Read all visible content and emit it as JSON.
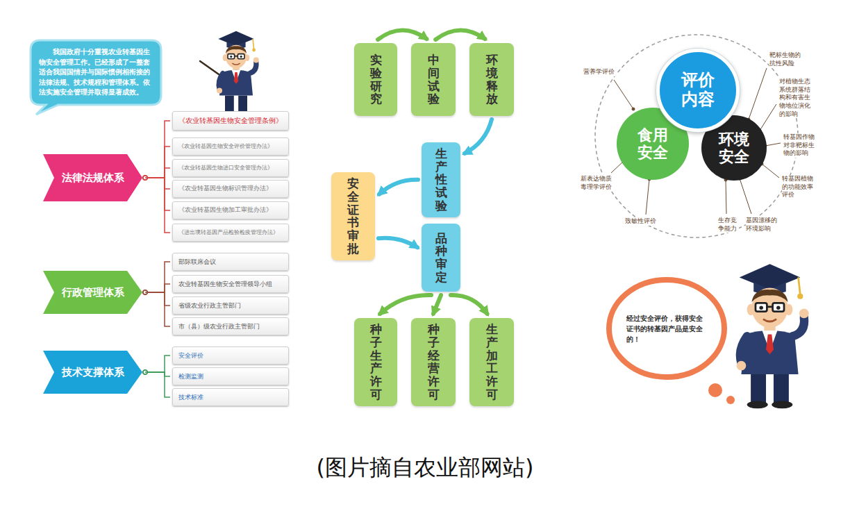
{
  "diagram": {
    "caption": "(图片摘自农业部网站)",
    "nodes": [
      {
        "text": [
          "我国政府十分重视农业转基因生物安全管理工作。已经形成了一整套适合我国国情并与国际惯例相衔接的法律法规、技术规程和管理体系。依法实施安全管理并取得显著成效。"
        ]
      },
      {
        "text": [
          "法律法规体系"
        ]
      },
      {
        "text": [
          "《农业转基因生物安全管理条例》"
        ]
      },
      {
        "text": [
          "《农业转基因生物安全评价管理办法》"
        ]
      },
      {
        "text": [
          "《农业转基因生物进口安全管理办法》"
        ]
      },
      {
        "text": [
          "《农业转基因生物标识管理办法》"
        ]
      },
      {
        "text": [
          "《农业转基因生物加工审批办法》"
        ]
      },
      {
        "text": [
          "《进出境转基因产品检验检疫管理办法》"
        ]
      },
      {
        "text": [
          "行政管理体系"
        ]
      },
      {
        "text": [
          "部际联席会议"
        ]
      },
      {
        "text": [
          "农业转基因生物安全管理领导小组"
        ]
      },
      {
        "text": [
          "省级农业行政主管部门"
        ]
      },
      {
        "text": [
          "市（县）级农业行政主管部门"
        ]
      },
      {
        "text": [
          "技术支撑体系"
        ]
      },
      {
        "text": [
          "安全评价"
        ]
      },
      {
        "text": [
          "检测监测"
        ]
      },
      {
        "text": [
          "技术标准"
        ]
      },
      {
        "text": [
          "实验研究"
        ]
      },
      {
        "text": [
          "中间试验"
        ]
      },
      {
        "text": [
          "环境释放"
        ]
      },
      {
        "text": [
          "生产性试验"
        ]
      },
      {
        "text": [
          "安全证书审批"
        ]
      },
      {
        "text": [
          "品种审定"
        ]
      },
      {
        "text": [
          "种子生产许可"
        ]
      },
      {
        "text": [
          "种子经营许可"
        ]
      },
      {
        "text": [
          "生产加工许可"
        ]
      },
      {
        "text": [
          "评价内容"
        ]
      },
      {
        "text": [
          "食用安全"
        ]
      },
      {
        "text": [
          "环境安全"
        ]
      },
      {
        "text": [
          "经过安全评价，获得安全证书的转基因产品是安全的！"
        ]
      }
    ],
    "edges": [
      {
        "from": 1,
        "to": 2,
        "arrow": "none"
      },
      {
        "from": 1,
        "to": 3,
        "arrow": "none"
      },
      {
        "from": 1,
        "to": 4,
        "arrow": "none"
      },
      {
        "from": 1,
        "to": 5,
        "arrow": "none"
      },
      {
        "from": 1,
        "to": 6,
        "arrow": "none"
      },
      {
        "from": 1,
        "to": 7,
        "arrow": "none"
      },
      {
        "from": 8,
        "to": 9,
        "arrow": "none"
      },
      {
        "from": 8,
        "to": 10,
        "arrow": "none"
      },
      {
        "from": 8,
        "to": 11,
        "arrow": "none"
      },
      {
        "from": 8,
        "to": 12,
        "arrow": "none"
      },
      {
        "from": 13,
        "to": 14,
        "arrow": "none"
      },
      {
        "from": 13,
        "to": 15,
        "arrow": "none"
      },
      {
        "from": 13,
        "to": 16,
        "arrow": "none"
      },
      {
        "from": 17,
        "to": 18,
        "arrow": "to"
      },
      {
        "from": 18,
        "to": 19,
        "arrow": "to"
      },
      {
        "from": 19,
        "to": 20,
        "arrow": "to"
      },
      {
        "from": 20,
        "to": 21,
        "arrow": "to"
      },
      {
        "from": 21,
        "to": 22,
        "arrow": "to"
      },
      {
        "from": 22,
        "to": 23,
        "arrow": "to"
      },
      {
        "from": 22,
        "to": 24,
        "arrow": "to"
      },
      {
        "from": 22,
        "to": 25,
        "arrow": "to"
      }
    ],
    "labels": [
      "营养学评价",
      "新表达物质毒理学评价",
      "致敏性评价",
      "靶标生物的抗性风险",
      "对植物生态系统群落结构和有害生物地位演化的影响",
      "转基因作物对非靶标生物的影响",
      "转基因植物的功能效率评价",
      "基因漂移的环境影响",
      "生存竞争能力"
    ]
  }
}
